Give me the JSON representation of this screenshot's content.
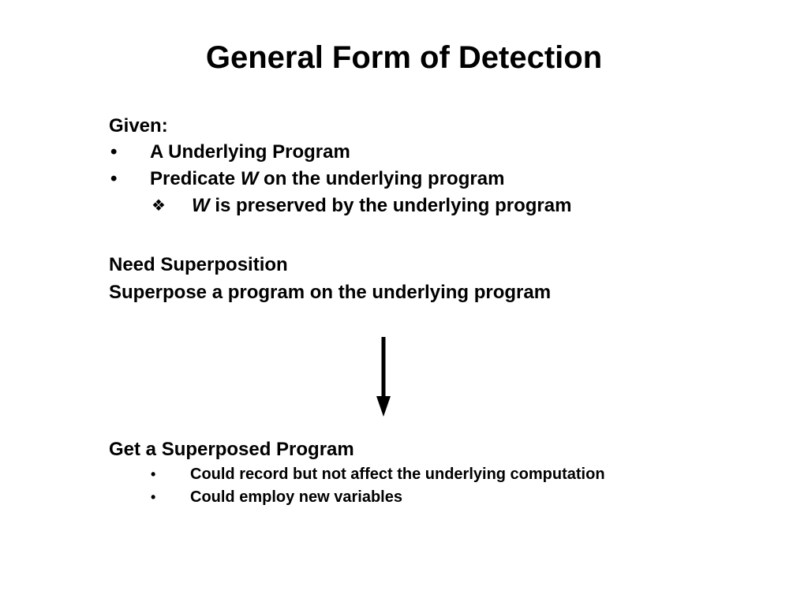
{
  "slide": {
    "title": "General Form of Detection"
  },
  "given": {
    "heading": "Given:",
    "bullet_symbol": "•",
    "items": [
      {
        "text": "A Underlying Program"
      },
      {
        "prefix": "Predicate ",
        "var": "W",
        "suffix": " on the underlying program"
      }
    ],
    "sub_bullet_symbol": "❖",
    "sub_item": {
      "var": "W",
      "suffix": " is preserved by the underlying program"
    }
  },
  "superposition": {
    "heading": "Need Superposition",
    "description": "Superpose a program on the underlying program"
  },
  "arrow_icon": "down-arrow-icon",
  "result": {
    "heading": "Get a Superposed Program",
    "bullet_symbol": "•",
    "items": [
      "Could record but not affect the underlying computation",
      "Could employ new variables"
    ]
  }
}
